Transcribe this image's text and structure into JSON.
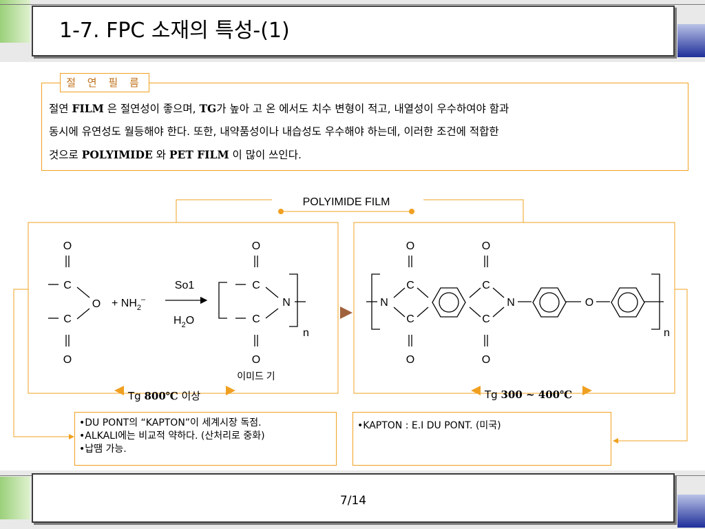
{
  "header": {
    "title": "1-7. FPC 소재의 특성-(1)"
  },
  "section": {
    "label": "절 연 필 름",
    "paragraph": {
      "l1_a": "절연 ",
      "l1_b": "FILM",
      "l1_c": " 은 절연성이 좋으며, ",
      "l1_d": "TG",
      "l1_e": "가 높아 고 온 에서도 치수 변형이  적고, 내열성이 우수하여야 함과",
      "l2": "동시에 유연성도 월등해야 한다.  또한, 내약품성이나 내습성도 우수해야 하는데, 이러한 조건에 적합한",
      "l3_a": "것으로 ",
      "l3_b": "POLYIMIDE",
      "l3_c": " 와  ",
      "l3_d": "PET FILM",
      "l3_e": " 이 많이 쓰인다."
    }
  },
  "diagram": {
    "title": "POLYIMIDE FILM",
    "left": {
      "atom_O": "O",
      "atom_C": "C",
      "reagent": "+ NH",
      "reagent_sub": "2",
      "reagent_sup": "–",
      "above_arrow": "So1",
      "below_arrow_a": "H",
      "below_arrow_sub": "2",
      "below_arrow_b": "O",
      "atom_N": "N",
      "subscript_n": "n",
      "product_label": "이미드 기"
    },
    "right": {
      "atom_O": "O",
      "atom_C": "C",
      "atom_N": "N",
      "subscript_n": "n"
    },
    "tg_left": {
      "prefix": "Tg  ",
      "value": "800℃",
      "suffix": " 이상"
    },
    "tg_right": {
      "prefix": "Tg ",
      "value": "300 ~ 400℃"
    }
  },
  "notes": {
    "left": [
      "•DU PONT의 “KAPTON”이 세계시장 독점.",
      "•ALKALI에는 비교적 약하다. (산처리로 중화)",
      "•납땜 가능."
    ],
    "right": [
      "•KAPTON : E.I DU PONT. (미국)"
    ]
  },
  "footer": {
    "page": "7/14"
  },
  "colors": {
    "accent_orange": "#f0a020",
    "marker_brown": "#a0623c",
    "green": "#9bd07a",
    "blue": "#1f2f9a"
  }
}
